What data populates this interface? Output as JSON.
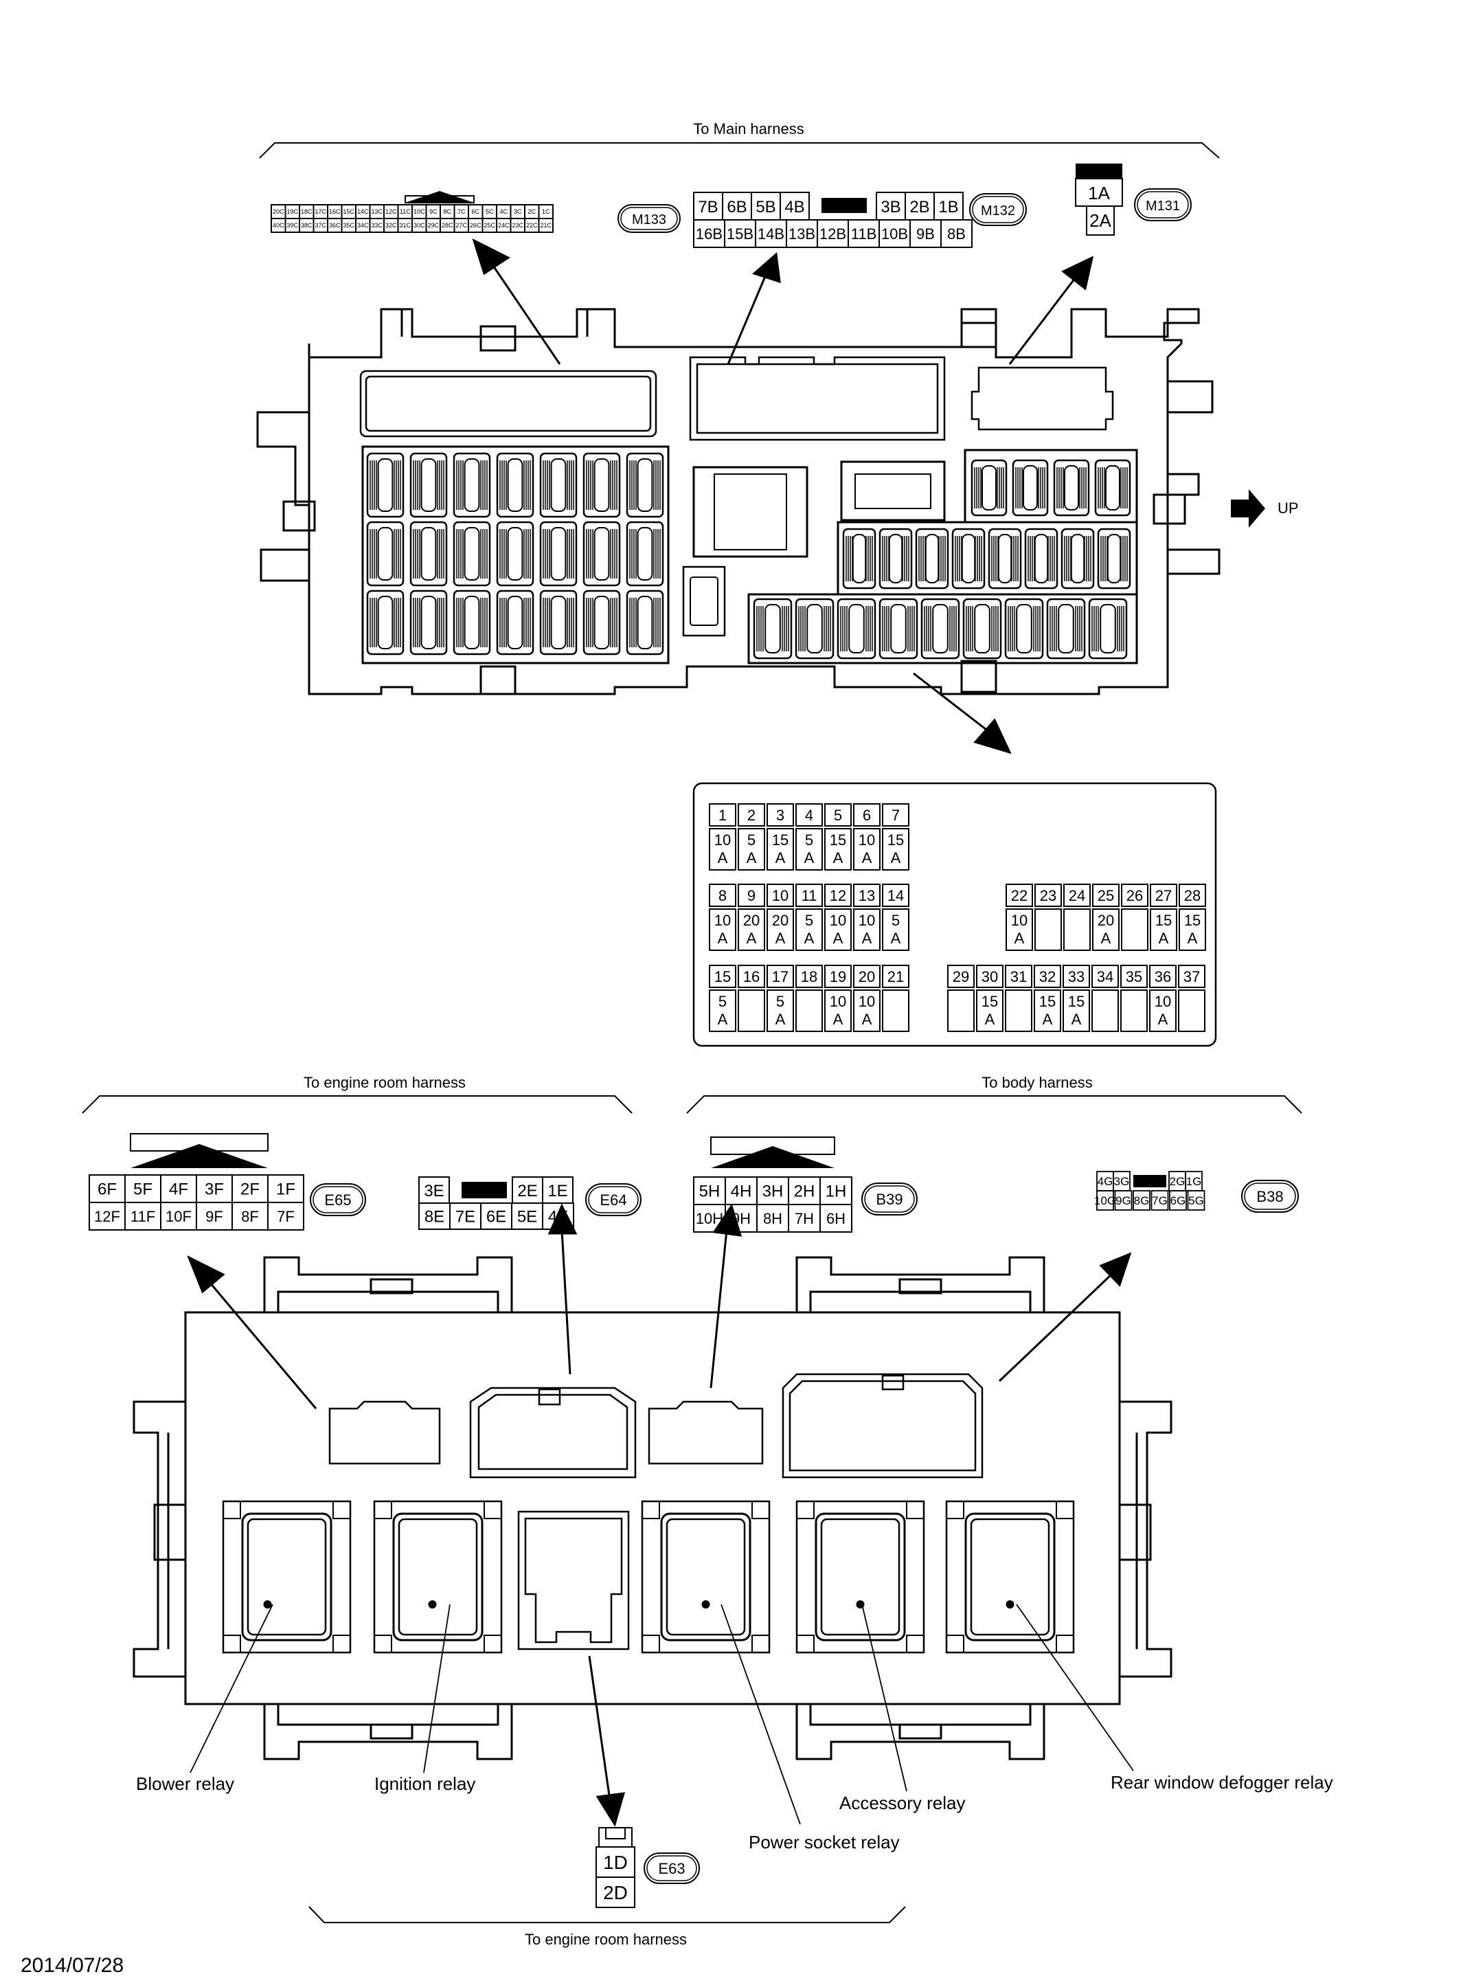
{
  "labels": {
    "to_main_harness": "To Main harness",
    "to_engine_room_harness_top": "To engine room harness",
    "to_body_harness": "To body harness",
    "to_engine_room_harness_bottom": "To engine room harness",
    "up": "UP",
    "date": "2014/07/28"
  },
  "connectors": {
    "m133": {
      "name": "M133",
      "top": [
        "20C",
        "19C",
        "18C",
        "17C",
        "16C",
        "15C",
        "14C",
        "13C",
        "12C",
        "11C",
        "10C",
        "9C",
        "8C",
        "7C",
        "6C",
        "5C",
        "4C",
        "3C",
        "2C",
        "1C"
      ],
      "bottom": [
        "40C",
        "39C",
        "38C",
        "37C",
        "36C",
        "35C",
        "34C",
        "33C",
        "32C",
        "31C",
        "30C",
        "29C",
        "28C",
        "27C",
        "26C",
        "25C",
        "24C",
        "23C",
        "22C",
        "21C"
      ]
    },
    "m132": {
      "name": "M132",
      "top": [
        "7B",
        "6B",
        "5B",
        "4B",
        "",
        "3B",
        "2B",
        "1B"
      ],
      "bottom": [
        "16B",
        "15B",
        "14B",
        "13B",
        "12B",
        "11B",
        "10B",
        "9B",
        "8B"
      ]
    },
    "m131": {
      "name": "M131",
      "pins": [
        "1A",
        "2A"
      ]
    },
    "e65": {
      "name": "E65",
      "top": [
        "6F",
        "5F",
        "4F",
        "3F",
        "2F",
        "1F"
      ],
      "bottom": [
        "12F",
        "11F",
        "10F",
        "9F",
        "8F",
        "7F"
      ]
    },
    "e64": {
      "name": "E64",
      "top": [
        "3E",
        "",
        "2E",
        "1E"
      ],
      "bottom": [
        "8E",
        "7E",
        "6E",
        "5E",
        "4E"
      ]
    },
    "b39": {
      "name": "B39",
      "top": [
        "5H",
        "4H",
        "3H",
        "2H",
        "1H"
      ],
      "bottom": [
        "10H",
        "9H",
        "8H",
        "7H",
        "6H"
      ]
    },
    "b38": {
      "name": "B38",
      "top": [
        "4G",
        "3G",
        "",
        "2G",
        "1G"
      ],
      "bottom": [
        "10G",
        "9G",
        "8G",
        "7G",
        "6G",
        "5G"
      ]
    },
    "e63": {
      "name": "E63",
      "pins": [
        "1D",
        "2D"
      ]
    }
  },
  "fuses": {
    "row1": [
      {
        "no": "1",
        "amp": "10",
        "unit": "A"
      },
      {
        "no": "2",
        "amp": "5",
        "unit": "A"
      },
      {
        "no": "3",
        "amp": "15",
        "unit": "A"
      },
      {
        "no": "4",
        "amp": "5",
        "unit": "A"
      },
      {
        "no": "5",
        "amp": "15",
        "unit": "A"
      },
      {
        "no": "6",
        "amp": "10",
        "unit": "A"
      },
      {
        "no": "7",
        "amp": "15",
        "unit": "A"
      }
    ],
    "row2_left": [
      {
        "no": "8",
        "amp": "10",
        "unit": "A"
      },
      {
        "no": "9",
        "amp": "20",
        "unit": "A"
      },
      {
        "no": "10",
        "amp": "20",
        "unit": "A"
      },
      {
        "no": "11",
        "amp": "5",
        "unit": "A"
      },
      {
        "no": "12",
        "amp": "10",
        "unit": "A"
      },
      {
        "no": "13",
        "amp": "10",
        "unit": "A"
      },
      {
        "no": "14",
        "amp": "5",
        "unit": "A"
      }
    ],
    "row2_right": [
      {
        "no": "22",
        "amp": "10",
        "unit": "A"
      },
      {
        "no": "23",
        "amp": "",
        "unit": ""
      },
      {
        "no": "24",
        "amp": "",
        "unit": ""
      },
      {
        "no": "25",
        "amp": "20",
        "unit": "A"
      },
      {
        "no": "26",
        "amp": "",
        "unit": ""
      },
      {
        "no": "27",
        "amp": "15",
        "unit": "A"
      },
      {
        "no": "28",
        "amp": "15",
        "unit": "A"
      }
    ],
    "row3_left": [
      {
        "no": "15",
        "amp": "5",
        "unit": "A"
      },
      {
        "no": "16",
        "amp": "",
        "unit": ""
      },
      {
        "no": "17",
        "amp": "5",
        "unit": "A"
      },
      {
        "no": "18",
        "amp": "",
        "unit": ""
      },
      {
        "no": "19",
        "amp": "10",
        "unit": "A"
      },
      {
        "no": "20",
        "amp": "10",
        "unit": "A"
      },
      {
        "no": "21",
        "amp": "",
        "unit": ""
      }
    ],
    "row3_right": [
      {
        "no": "29",
        "amp": "",
        "unit": ""
      },
      {
        "no": "30",
        "amp": "15",
        "unit": "A"
      },
      {
        "no": "31",
        "amp": "",
        "unit": ""
      },
      {
        "no": "32",
        "amp": "15",
        "unit": "A"
      },
      {
        "no": "33",
        "amp": "15",
        "unit": "A"
      },
      {
        "no": "34",
        "amp": "",
        "unit": ""
      },
      {
        "no": "35",
        "amp": "",
        "unit": ""
      },
      {
        "no": "36",
        "amp": "10",
        "unit": "A"
      },
      {
        "no": "37",
        "amp": "",
        "unit": ""
      }
    ]
  },
  "relays": [
    {
      "name": "Blower relay"
    },
    {
      "name": "Ignition relay"
    },
    {
      "name": "Power socket relay"
    },
    {
      "name": "Accessory relay"
    },
    {
      "name": "Rear window defogger relay"
    }
  ]
}
